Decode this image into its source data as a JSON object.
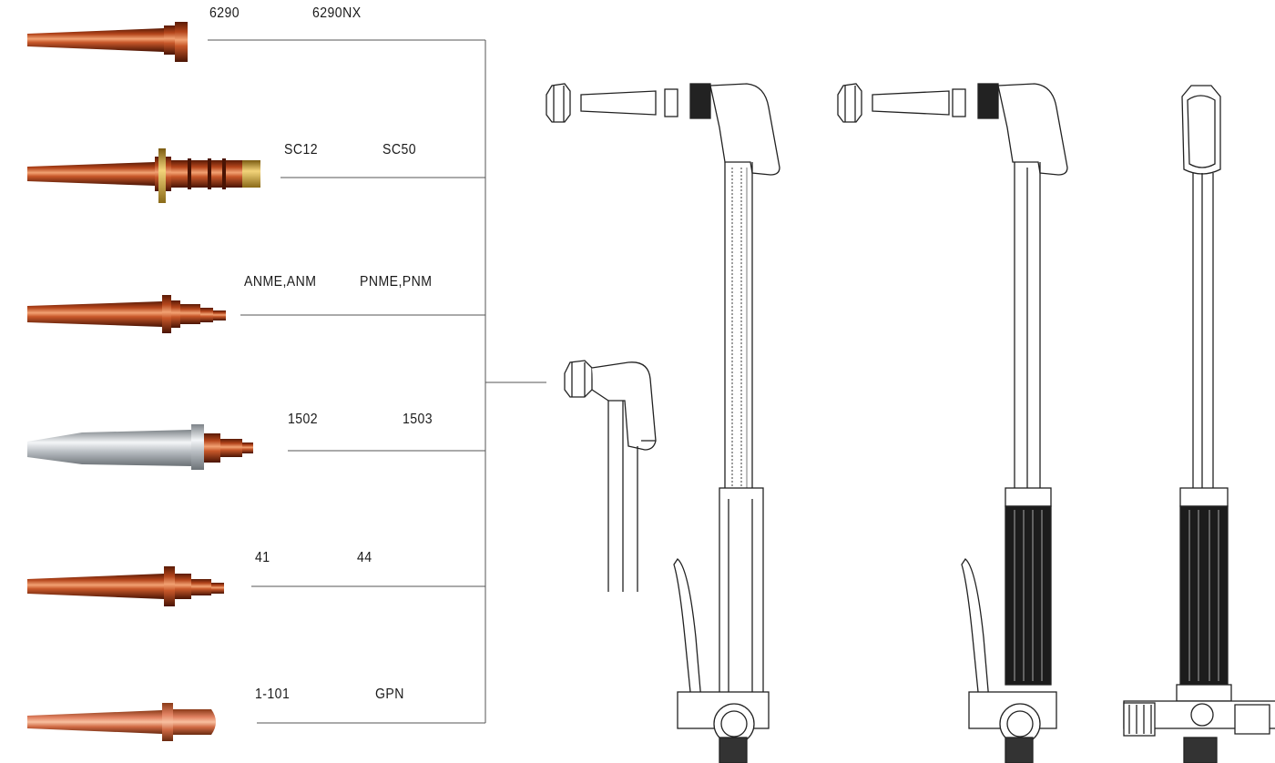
{
  "nozzles": [
    {
      "id": "6290",
      "labels": [
        "6290",
        "6290NX"
      ],
      "finish": "copper"
    },
    {
      "id": "sc",
      "labels": [
        "SC12",
        "SC50"
      ],
      "finish": "copper-brass"
    },
    {
      "id": "anme",
      "labels": [
        "ANME,ANM",
        "PNME,PNM"
      ],
      "finish": "copper"
    },
    {
      "id": "150x",
      "labels": [
        "1502",
        "1503"
      ],
      "finish": "chrome-copper"
    },
    {
      "id": "4x",
      "labels": [
        "41",
        "44"
      ],
      "finish": "copper"
    },
    {
      "id": "1101",
      "labels": [
        "1-101",
        "GPN"
      ],
      "finish": "copper-light"
    }
  ],
  "colors": {
    "copper_dark": "#7a2a0c",
    "copper_mid": "#c8582a",
    "copper_light": "#f0a070",
    "brass": "#d9b34a",
    "chrome": "#c8ccd0",
    "line": "#555555",
    "drawing": "#222222"
  },
  "drawings": [
    "torch-head-detail",
    "cutting-torch-1",
    "cutting-torch-2",
    "cutting-torch-3"
  ]
}
